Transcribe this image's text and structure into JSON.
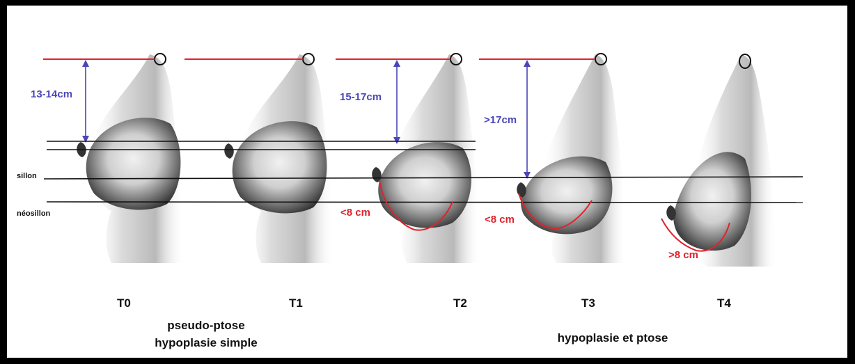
{
  "measurements": {
    "t0_height": "13-14cm",
    "t2_height": "15-17cm",
    "t3_height": ">17cm",
    "t2_arc": "<8 cm",
    "t3_arc": "<8 cm",
    "t4_arc": ">8 cm"
  },
  "side_labels": {
    "sillon": "sillon",
    "neosillon": "néosillon"
  },
  "stages": [
    "T0",
    "T1",
    "T2",
    "T3",
    "T4"
  ],
  "captions": {
    "left_line1": "pseudo-ptose",
    "left_line2": "hypoplasie simple",
    "right": "hypoplasie et ptose"
  },
  "colors": {
    "measure_line": "#e0232b",
    "distance_arrow": "#4a46b8",
    "reference_line": "#111111",
    "shading": "#3a3a3a"
  }
}
